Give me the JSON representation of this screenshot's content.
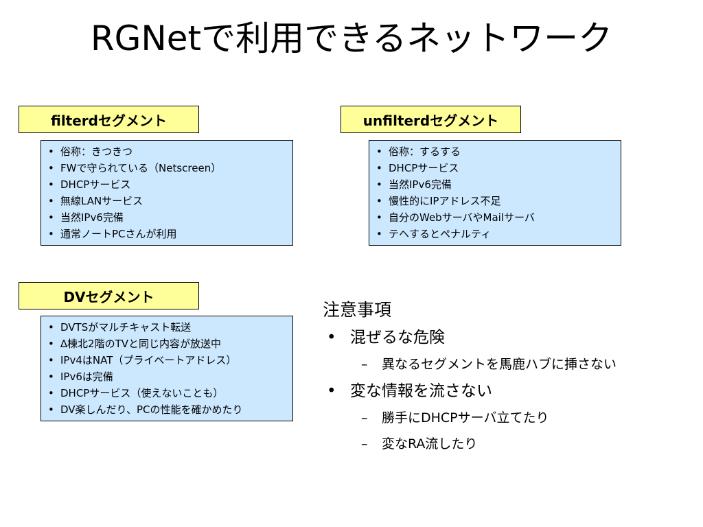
{
  "title": "RGNetで利用できるネットワーク",
  "segments": {
    "filtered": {
      "label": "filterdセグメント",
      "items": [
        "俗称：きつきつ",
        "FWで守られている（Netscreen）",
        "DHCPサービス",
        "無線LANサービス",
        "当然IPv6完備",
        "通常ノートPCさんが利用"
      ]
    },
    "unfiltered": {
      "label": "unfilterdセグメント",
      "items": [
        "俗称：するする",
        "DHCPサービス",
        "当然IPv6完備",
        "慢性的にIPアドレス不足",
        "自分のWebサーバやMailサーバ",
        "テヘするとペナルティ"
      ]
    },
    "dv": {
      "label": "DVセグメント",
      "items": [
        "DVTSがマルチキャスト転送",
        "∆棟北2階のTVと同じ内容が放送中",
        "IPv4はNAT（プライベートアドレス）",
        "IPv6は完備",
        "DHCPサービス（使えないことも）",
        "DV楽しんだり、PCの性能を確かめたり"
      ]
    }
  },
  "notes": {
    "title": "注意事項",
    "items": [
      {
        "bullet": "•",
        "text": "混ぜるな危険",
        "subs": [
          "異なるセグメントを馬鹿ハブに挿さない"
        ]
      },
      {
        "bullet": "•",
        "text": "変な情報を流さない",
        "subs": [
          "勝手にDHCPサーバ立てたり",
          "変なRA流したり"
        ]
      }
    ],
    "dash": "–"
  }
}
